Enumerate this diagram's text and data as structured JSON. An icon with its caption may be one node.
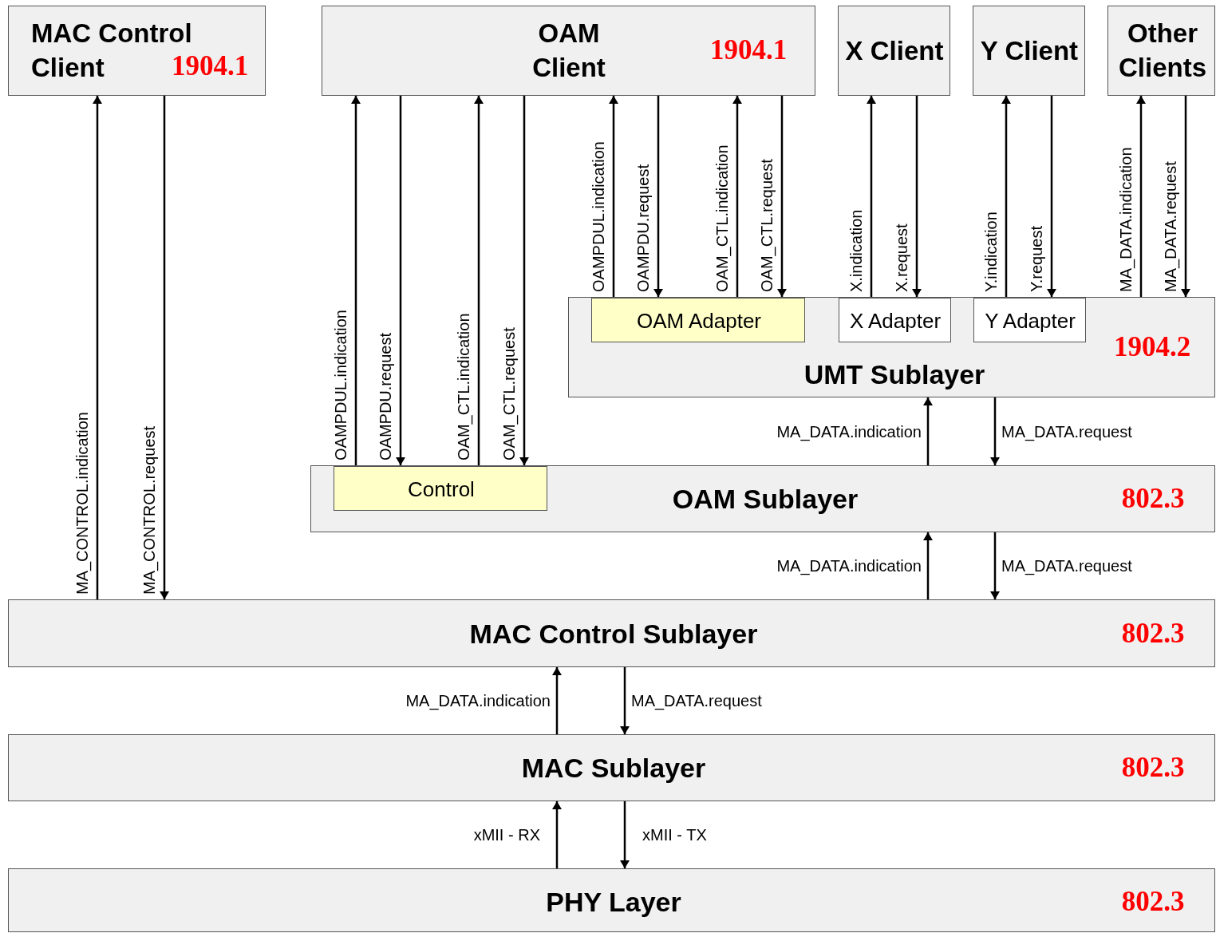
{
  "diagram": {
    "nodes": [
      {
        "text": [
          "MAC Control Client",
          "1904.1"
        ]
      },
      {
        "text": [
          "OAM Client",
          "1904.1"
        ]
      },
      {
        "text": [
          "X Client"
        ]
      },
      {
        "text": [
          "Y Client"
        ]
      },
      {
        "text": [
          "Other Clients"
        ]
      },
      {
        "text": [
          "UMT Sublayer",
          "1904.2"
        ]
      },
      {
        "text": [
          "OAM Adapter"
        ],
        "in": 5
      },
      {
        "text": [
          "X Adapter"
        ],
        "in": 5
      },
      {
        "text": [
          "Y Adapter"
        ],
        "in": 5
      },
      {
        "text": [
          "OAM Sublayer",
          "802.3"
        ]
      },
      {
        "text": [
          "Control"
        ],
        "in": 9
      },
      {
        "text": [
          "MAC Control Sublayer",
          "802.3"
        ]
      },
      {
        "text": [
          "MAC Sublayer",
          "802.3"
        ]
      },
      {
        "text": [
          "PHY Layer",
          "802.3"
        ]
      }
    ],
    "edges": [
      {
        "from": 11,
        "to": 0,
        "arrow": "to",
        "label": "MA_CONTROL.indication"
      },
      {
        "from": 0,
        "to": 11,
        "arrow": "to",
        "label": "MA_CONTROL.request"
      },
      {
        "from": 10,
        "to": 1,
        "arrow": "to",
        "label": "OAMPDUL.indication"
      },
      {
        "from": 1,
        "to": 10,
        "arrow": "to",
        "label": "OAMPDU.request"
      },
      {
        "from": 10,
        "to": 1,
        "arrow": "to",
        "label": "OAM_CTL.indication"
      },
      {
        "from": 1,
        "to": 10,
        "arrow": "to",
        "label": "OAM_CTL.request"
      },
      {
        "from": 6,
        "to": 1,
        "arrow": "to",
        "label": "OAMPDUL.indication"
      },
      {
        "from": 1,
        "to": 6,
        "arrow": "to",
        "label": "OAMPDU.request"
      },
      {
        "from": 6,
        "to": 1,
        "arrow": "to",
        "label": "OAM_CTL.indication"
      },
      {
        "from": 1,
        "to": 6,
        "arrow": "to",
        "label": "OAM_CTL.request"
      },
      {
        "from": 7,
        "to": 2,
        "arrow": "to",
        "label": "X.indication"
      },
      {
        "from": 2,
        "to": 7,
        "arrow": "to",
        "label": "X.request"
      },
      {
        "from": 8,
        "to": 3,
        "arrow": "to",
        "label": "Y.indication"
      },
      {
        "from": 3,
        "to": 8,
        "arrow": "to",
        "label": "Y.request"
      },
      {
        "from": 5,
        "to": 4,
        "arrow": "to",
        "label": "MA_DATA.indication"
      },
      {
        "from": 4,
        "to": 5,
        "arrow": "to",
        "label": "MA_DATA.request"
      },
      {
        "from": 9,
        "to": 5,
        "arrow": "to",
        "label": "MA_DATA.indication"
      },
      {
        "from": 5,
        "to": 9,
        "arrow": "to",
        "label": "MA_DATA.request"
      },
      {
        "from": 11,
        "to": 9,
        "arrow": "to",
        "label": "MA_DATA.indication"
      },
      {
        "from": 9,
        "to": 11,
        "arrow": "to",
        "label": "MA_DATA.request"
      },
      {
        "from": 12,
        "to": 11,
        "arrow": "to",
        "label": "MA_DATA.indication"
      },
      {
        "from": 11,
        "to": 12,
        "arrow": "to",
        "label": "MA_DATA.request"
      },
      {
        "from": 13,
        "to": 12,
        "arrow": "to",
        "label": "xMII - RX"
      },
      {
        "from": 12,
        "to": 13,
        "arrow": "to",
        "label": "xMII - TX"
      }
    ]
  }
}
